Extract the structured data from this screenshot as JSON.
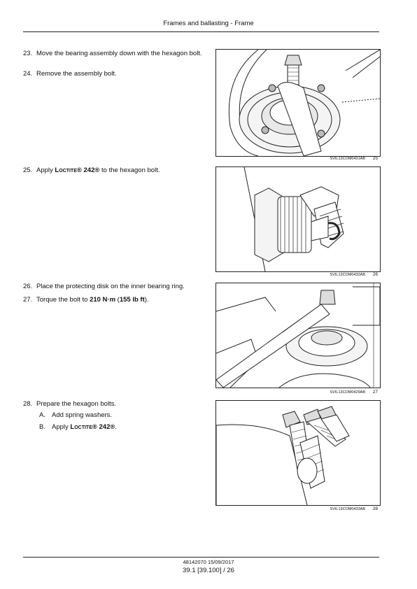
{
  "header": {
    "title": "Frames and ballasting - Frame"
  },
  "steps": [
    {
      "num": "23.",
      "text": "Move the bearing assembly down with the hexagon bolt."
    },
    {
      "num": "24.",
      "text": "Remove the assembly bolt."
    },
    {
      "num": "25.",
      "pre": "Apply ",
      "product": "Loctite® 242®",
      "post": " to the hexagon bolt."
    },
    {
      "num": "26.",
      "text": "Place the protecting disk on the inner bearing ring."
    },
    {
      "num": "27.",
      "pre": "Torque the bolt to ",
      "torque_nm": "210 N·m",
      "mid": " (",
      "torque_lbft": "155 lb ft",
      "post": ")."
    },
    {
      "num": "28.",
      "text": "Prepare the hexagon bolts."
    }
  ],
  "substeps": [
    {
      "letter": "A.",
      "text": "Add spring washers."
    },
    {
      "letter": "B.",
      "pre": "Apply ",
      "product": "Loctite® 242®",
      "post": "."
    }
  ],
  "figures": [
    {
      "code": "SVIL13COM0431AB",
      "num": "25"
    },
    {
      "code": "SVIL13COM0432AB",
      "num": "26"
    },
    {
      "code": "SVIL13COM0429AB",
      "num": "27"
    },
    {
      "code": "SVIL13COM0433AB",
      "num": "28"
    }
  ],
  "footer": {
    "doc": "48142070 15/09/2017",
    "page": "39.1 [39.100] / 26"
  }
}
